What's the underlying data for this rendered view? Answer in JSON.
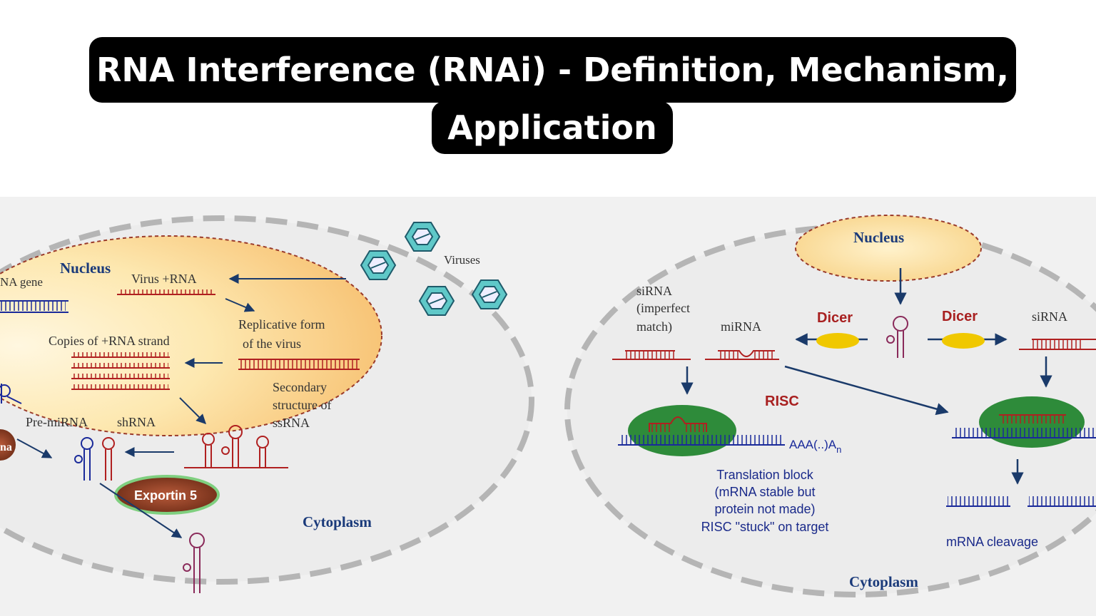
{
  "title": {
    "line1": "RNA Interference (RNAi) - Definition, Mechanism,",
    "line2": "Application"
  },
  "left_panel": {
    "nucleus": "Nucleus",
    "gene": "NA gene",
    "virus_rna": "Virus +RNA",
    "viruses": "Viruses",
    "replicative_1": "Replicative form",
    "replicative_2": "of the virus",
    "copies": "Copies of +RNA strand",
    "secondary_1": "Secondary",
    "secondary_2": "structure of",
    "secondary_3": "ssRNA",
    "pre_mirna": "Pre-miRNA",
    "shrna": "shRNA",
    "exportin": "Exportin 5",
    "edge_label": "na",
    "cytoplasm": "Cytoplasm"
  },
  "right_panel": {
    "nucleus": "Nucleus",
    "sirna_left_1": "siRNA",
    "sirna_left_2": "(imperfect",
    "sirna_left_3": "match)",
    "mirna": "miRNA",
    "dicer_left": "Dicer",
    "dicer_right": "Dicer",
    "sirna_right": "siRNA",
    "risc": "RISC",
    "polya": "AAA(..)A",
    "polya_sub": "n",
    "block_1": "Translation block",
    "block_2": "(mRNA stable but",
    "block_3": "protein not made)",
    "block_4": "RISC \"stuck\" on target",
    "cleavage": "mRNA cleavage",
    "cytoplasm": "Cytoplasm"
  },
  "colors": {
    "title_bg": "#000000",
    "rna_red": "#b02020",
    "mrna_blue": "#1a2a9a",
    "arrow_navy": "#1a3a6a",
    "risc_green": "#2e8b3a",
    "dicer_yellow": "#f0c800",
    "nucleus_fill": "#fde0a0",
    "virus_teal": "#5fc8c8"
  }
}
